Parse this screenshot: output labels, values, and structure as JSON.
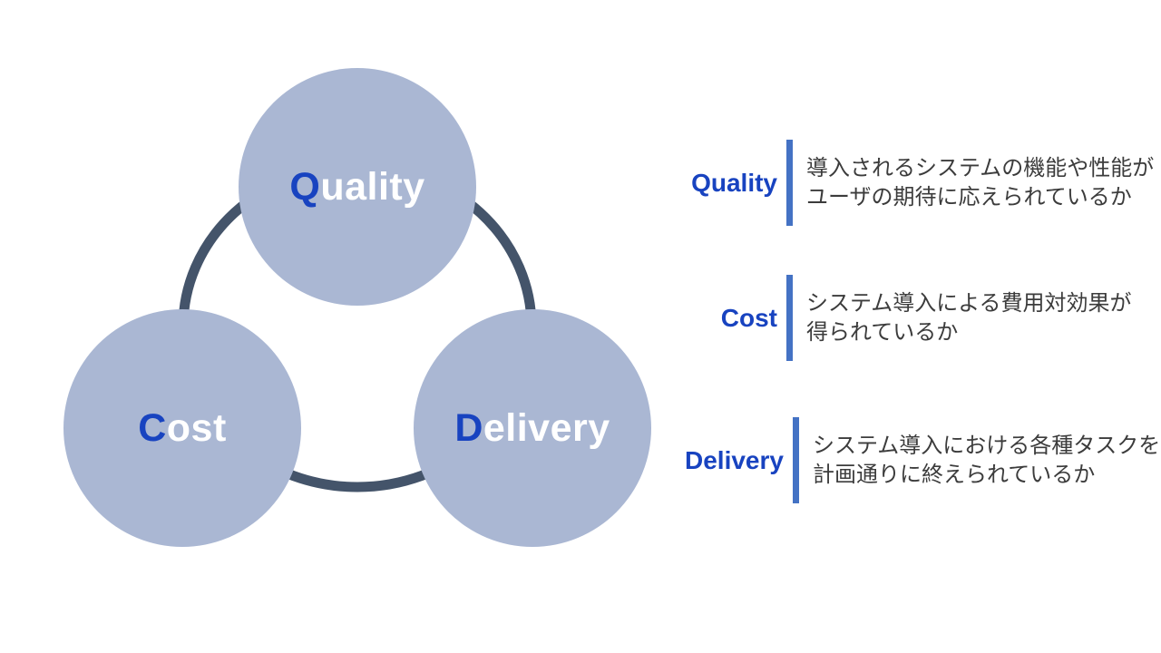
{
  "diagram": {
    "circles": [
      {
        "id": "quality",
        "first_letter": "Q",
        "rest": "uality"
      },
      {
        "id": "cost",
        "first_letter": "C",
        "rest": "ost"
      },
      {
        "id": "delivery",
        "first_letter": "D",
        "rest": "elivery"
      }
    ]
  },
  "legend": {
    "rows": [
      {
        "label": "Quality",
        "line1": "導入されるシステムの機能や性能が",
        "line2": "ユーザの期待に応えられているか"
      },
      {
        "label": "Cost",
        "line1": "システム導入による費用対効果が",
        "line2": "得られているか"
      },
      {
        "label": "Delivery",
        "line1": "システム導入における各種タスクを",
        "line2": "計画通りに終えられているか"
      }
    ]
  },
  "colors": {
    "circle_fill": "#AAB7D3",
    "ring": "#44546A",
    "accent_blue": "#1843C0",
    "separator_bar": "#4472C4",
    "description_text": "#3C3C3C",
    "background": "#FFFFFF"
  }
}
